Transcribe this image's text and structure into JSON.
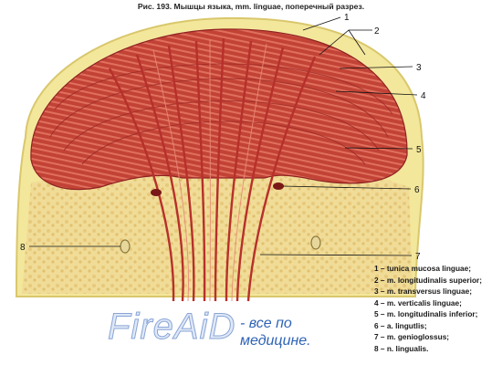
{
  "caption": "Рис. 193. Мышцы языка, mm. linguae, поперечный разрез.",
  "callouts": [
    "1",
    "2",
    "3",
    "4",
    "5",
    "6",
    "7",
    "8"
  ],
  "legend": [
    "1 – tunica mucosa linguae;",
    "2 – m. longitudinalis superior;",
    "3 – m. transversus linguae;",
    "4 – m. verticalis linguae;",
    "5 – m. longitudinalis inferior;",
    "6 – a. lingutlis;",
    "7 – m. genioglossus;",
    "8 – n. lingualis."
  ],
  "watermark": {
    "brand": "FireAiD",
    "tagline_1": "- все по",
    "tagline_2": "медицине."
  },
  "colors": {
    "mucosa": "#f2e79a",
    "muscle": "#c9473c",
    "muscle_dark": "#8f2222",
    "fibre_light": "#e7806b",
    "fat": "#efd98f",
    "watermark_blue": "#2f63b6"
  }
}
